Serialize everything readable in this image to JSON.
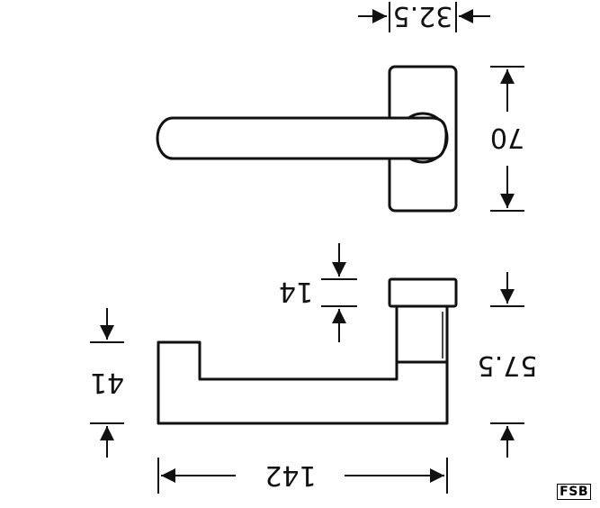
{
  "dimensions": {
    "rosette_depth": "32.5",
    "rosette_height": "70",
    "neck_diameter": "14",
    "lever_height": "41",
    "total_height": "57.5",
    "lever_length": "142"
  },
  "brand": "FSB"
}
